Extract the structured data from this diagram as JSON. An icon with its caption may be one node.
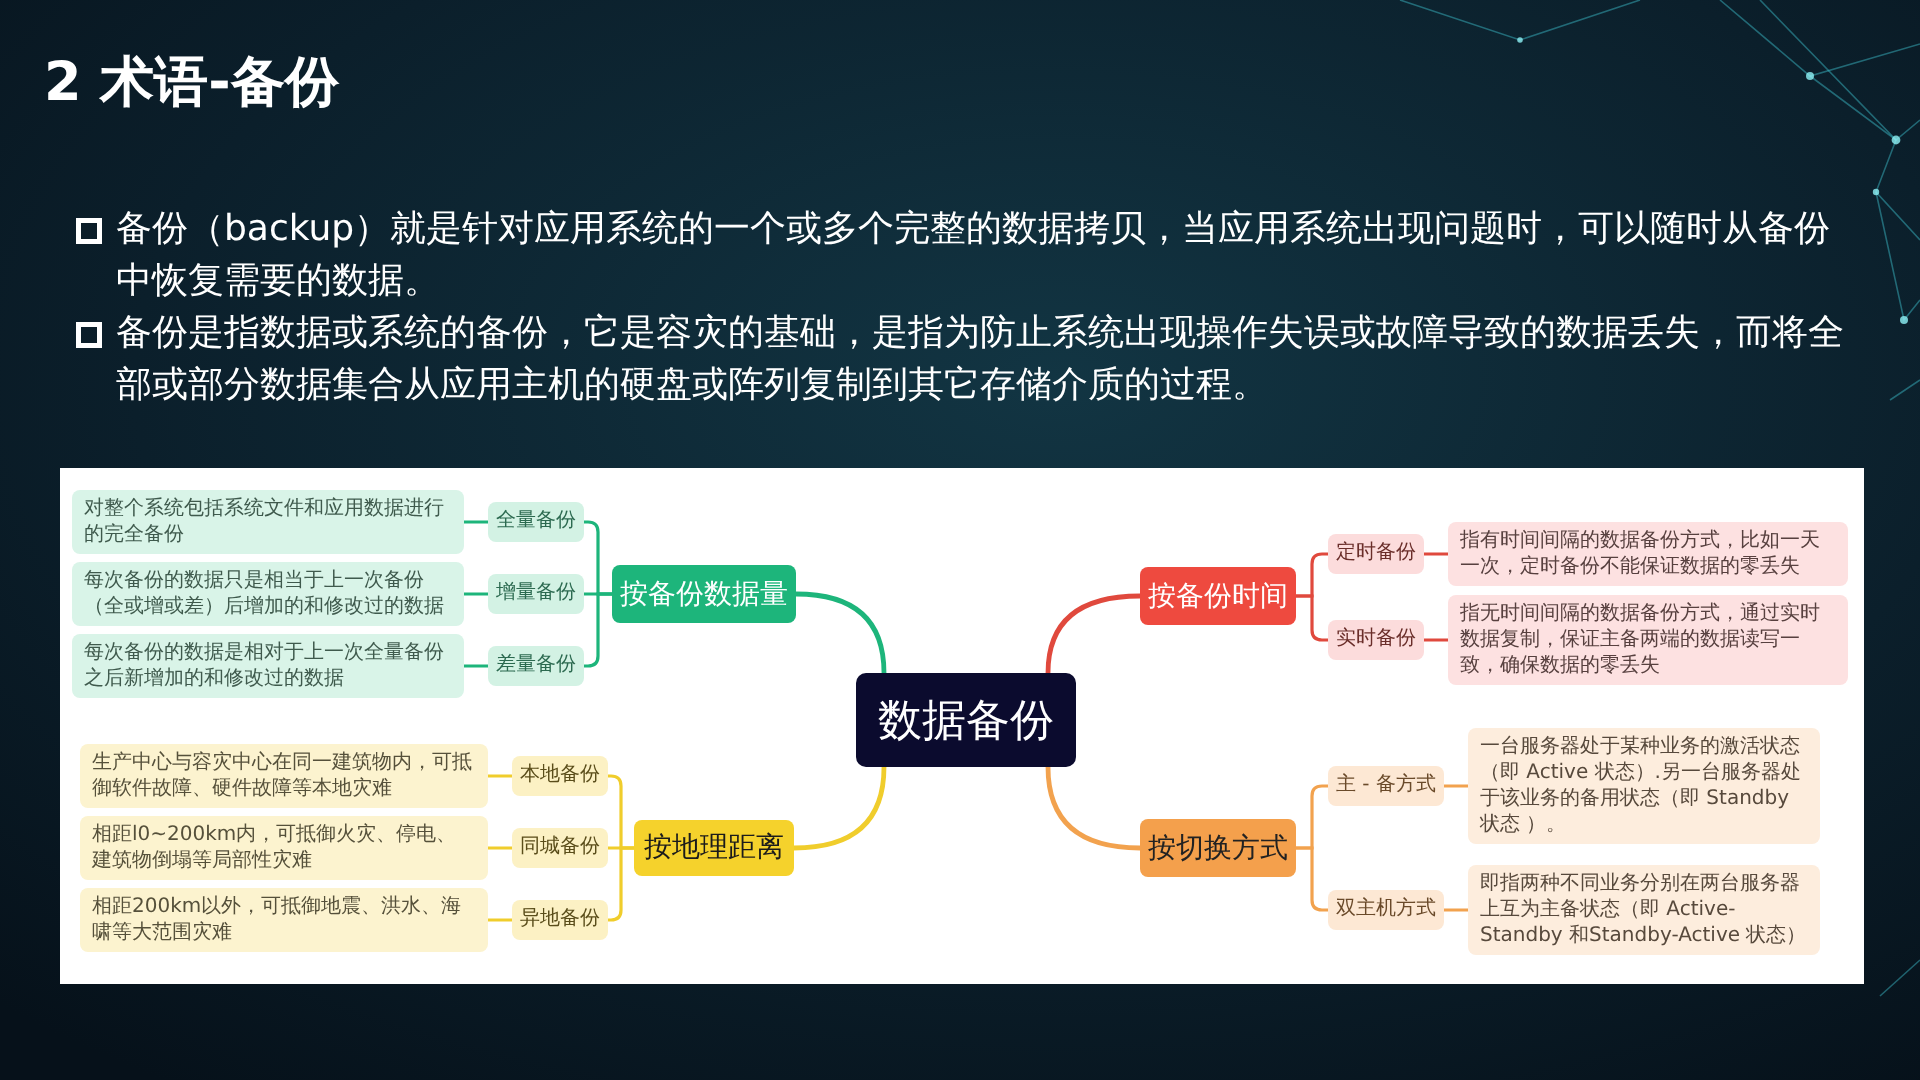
{
  "diagram": {
    "title": "2 术语-备份",
    "nodes": [
      {
        "text": [
          "数据备份"
        ]
      },
      {
        "text": [
          "按备份数据量"
        ]
      },
      {
        "text": [
          "全量备份"
        ]
      },
      {
        "text": [
          "对整个系统包括系统文件和应用数据进行的完全备份"
        ]
      },
      {
        "text": [
          "增量备份"
        ]
      },
      {
        "text": [
          "每次备份的数据只是相当于上一次备份（全或增或差）后增加的和修改过的数据"
        ]
      },
      {
        "text": [
          "差量备份"
        ]
      },
      {
        "text": [
          "每次备份的数据是相对于上一次全量备份之后新增加的和修改过的数据"
        ]
      },
      {
        "text": [
          "按地理距离"
        ]
      },
      {
        "text": [
          "本地备份"
        ]
      },
      {
        "text": [
          "生产中心与容灾中心在同一建筑物内，可抵御软件故障、硬件故障等本地灾难"
        ]
      },
      {
        "text": [
          "同城备份"
        ]
      },
      {
        "text": [
          "相距l0~200km内，可抵御火灾、停电、建筑物倒塌等局部性灾难"
        ]
      },
      {
        "text": [
          "异地备份"
        ]
      },
      {
        "text": [
          "相距200km以外，可抵御地震、洪水、海啸等大范围灾难"
        ]
      },
      {
        "text": [
          "按备份时间"
        ]
      },
      {
        "text": [
          "定时备份"
        ]
      },
      {
        "text": [
          "指有时间间隔的数据备份方式，比如一天一次，定时备份不能保证数据的零丢失"
        ]
      },
      {
        "text": [
          "实时备份"
        ]
      },
      {
        "text": [
          "指无时间间隔的数据备份方式，通过实时数据复制，保证主备两端的数据读写一致，确保数据的零丢失"
        ]
      },
      {
        "text": [
          "按切换方式"
        ]
      },
      {
        "text": [
          "主 - 备方式"
        ]
      },
      {
        "text": [
          "一台服务器处于某种业务的激活状态（即 Active 状态）.另一台服务器处于该业务的备用状态（即 Standby 状态 ）。"
        ]
      },
      {
        "text": [
          "双主机方式"
        ]
      },
      {
        "text": [
          "即指两种不同业务分别在两台服务器上互为主备状态（即 Active-Standby 和Standby-Active 状态）"
        ]
      }
    ],
    "edges": [
      {
        "from": 0,
        "to": 1,
        "arrow": "none",
        "color": "#1db57b"
      },
      {
        "from": 1,
        "to": 2,
        "arrow": "none",
        "color": "#1db57b"
      },
      {
        "from": 2,
        "to": 3,
        "arrow": "none",
        "color": "#1db57b"
      },
      {
        "from": 1,
        "to": 4,
        "arrow": "none",
        "color": "#1db57b"
      },
      {
        "from": 4,
        "to": 5,
        "arrow": "none",
        "color": "#1db57b"
      },
      {
        "from": 1,
        "to": 6,
        "arrow": "none",
        "color": "#1db57b"
      },
      {
        "from": 6,
        "to": 7,
        "arrow": "none",
        "color": "#1db57b"
      },
      {
        "from": 0,
        "to": 8,
        "arrow": "none",
        "color": "#f0cd2c"
      },
      {
        "from": 8,
        "to": 9,
        "arrow": "none",
        "color": "#f0cd2c"
      },
      {
        "from": 9,
        "to": 10,
        "arrow": "none",
        "color": "#f0cd2c"
      },
      {
        "from": 8,
        "to": 11,
        "arrow": "none",
        "color": "#f0cd2c"
      },
      {
        "from": 11,
        "to": 12,
        "arrow": "none",
        "color": "#f0cd2c"
      },
      {
        "from": 8,
        "to": 13,
        "arrow": "none",
        "color": "#f0cd2c"
      },
      {
        "from": 13,
        "to": 14,
        "arrow": "none",
        "color": "#f0cd2c"
      },
      {
        "from": 0,
        "to": 15,
        "arrow": "none",
        "color": "#e0493d"
      },
      {
        "from": 15,
        "to": 16,
        "arrow": "none",
        "color": "#e0493d"
      },
      {
        "from": 16,
        "to": 17,
        "arrow": "none",
        "color": "#e0493d"
      },
      {
        "from": 15,
        "to": 18,
        "arrow": "none",
        "color": "#e0493d"
      },
      {
        "from": 18,
        "to": 19,
        "arrow": "none",
        "color": "#e0493d"
      },
      {
        "from": 0,
        "to": 20,
        "arrow": "none",
        "color": "#f2a24e"
      },
      {
        "from": 20,
        "to": 21,
        "arrow": "none",
        "color": "#f2a24e"
      },
      {
        "from": 21,
        "to": 22,
        "arrow": "none",
        "color": "#f2a24e"
      },
      {
        "from": 20,
        "to": 23,
        "arrow": "none",
        "color": "#f2a24e"
      },
      {
        "from": 23,
        "to": 24,
        "arrow": "none",
        "color": "#f2a24e"
      }
    ],
    "labels": [
      "备份（backup）就是针对应用系统的一个或多个完整的数据拷贝，当应用系统出现问题时，可以随时从备份中恢复需要的数据。",
      "备份是指数据或系统的备份，它是容灾的基础，是指为防止系统出现操作失误或故障导致的数据丢失，而将全部或部分数据集合从应用主机的硬盘或阵列复制到其它存储介质的过程。"
    ]
  }
}
